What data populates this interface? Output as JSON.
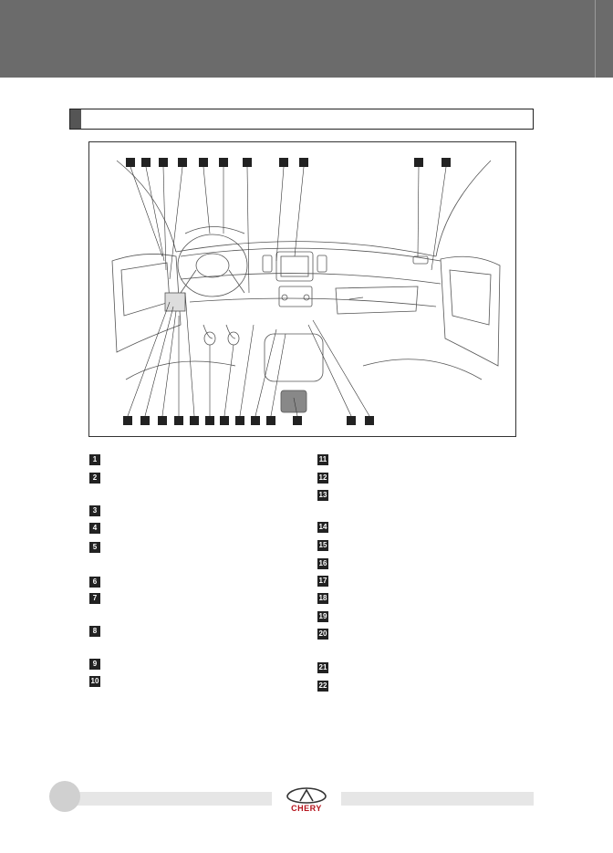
{
  "legend": {
    "left": [
      "1",
      "2",
      "3",
      "4",
      "5",
      "6",
      "7",
      "8",
      "9",
      "10"
    ],
    "right": [
      "11",
      "12",
      "13",
      "14",
      "15",
      "16",
      "17",
      "18",
      "19",
      "20",
      "21",
      "22"
    ]
  },
  "brand": {
    "name": "CHERY",
    "color": "#b5121b"
  }
}
